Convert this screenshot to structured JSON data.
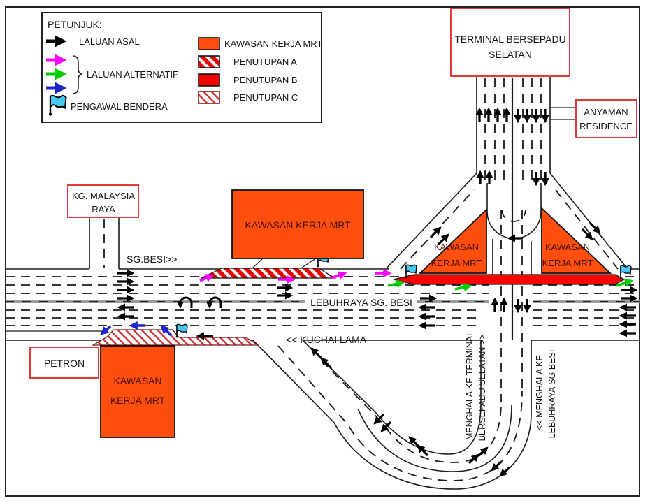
{
  "legend": {
    "title": "PETUNJUK:",
    "laluan_asal": "LALUAN ASAL",
    "laluan_alternatif": "LALUAN ALTERNATIF",
    "pengawal_bendera": "PENGAWAL BENDERA",
    "kawasan_kerja_mrt": "KAWASAN KERJA MRT",
    "penutupan_a": "PENUTUPAN A",
    "penutupan_b": "PENUTUPAN B",
    "penutupan_c": "PENUTUPAN C"
  },
  "boxes": {
    "terminal_line1": "TERMINAL BERSEPADU",
    "terminal_line2": "SELATAN",
    "anyaman_line1": "ANYAMAN",
    "anyaman_line2": "RESIDENCE",
    "kg_line1": "KG. MALAYSIA",
    "kg_line2": "RAYA",
    "petron": "PETRON"
  },
  "work_areas": {
    "central": "KAWASAN KERJA MRT",
    "left_line1": "KAWASAN",
    "left_line2": "KERJA MRT",
    "right_line1": "KAWASAN",
    "right_line2": "KERJA MRT",
    "south_line1": "KAWASAN",
    "south_line2": "KERJA MRT"
  },
  "roads": {
    "sg_besi": "SG.BESI>>",
    "lebuhraya": "LEBUHRAYA SG. BESI",
    "kuchai_lama": "<< KUCHAI LAMA",
    "to_terminal_line1": "MENGHALA KE TERMINAL",
    "to_terminal_line2": "BERSEPADU SELATAN >>",
    "to_lebuhraya_line1": "<< MENGHALA KE",
    "to_lebuhraya_line2": "LEBUHRAYA SG BESI"
  },
  "colors": {
    "work_area_orange": "#FF4E0E",
    "closure_b_red": "#F60400",
    "hatch_a_red": "#E60000",
    "hatch_c_red": "#D03434",
    "alt_magenta": "#FF00FF",
    "alt_green": "#00CC00",
    "alt_blue": "#1F24C8",
    "flag_cyan": "#45C8F2",
    "label_box_border": "#E03A3A"
  }
}
